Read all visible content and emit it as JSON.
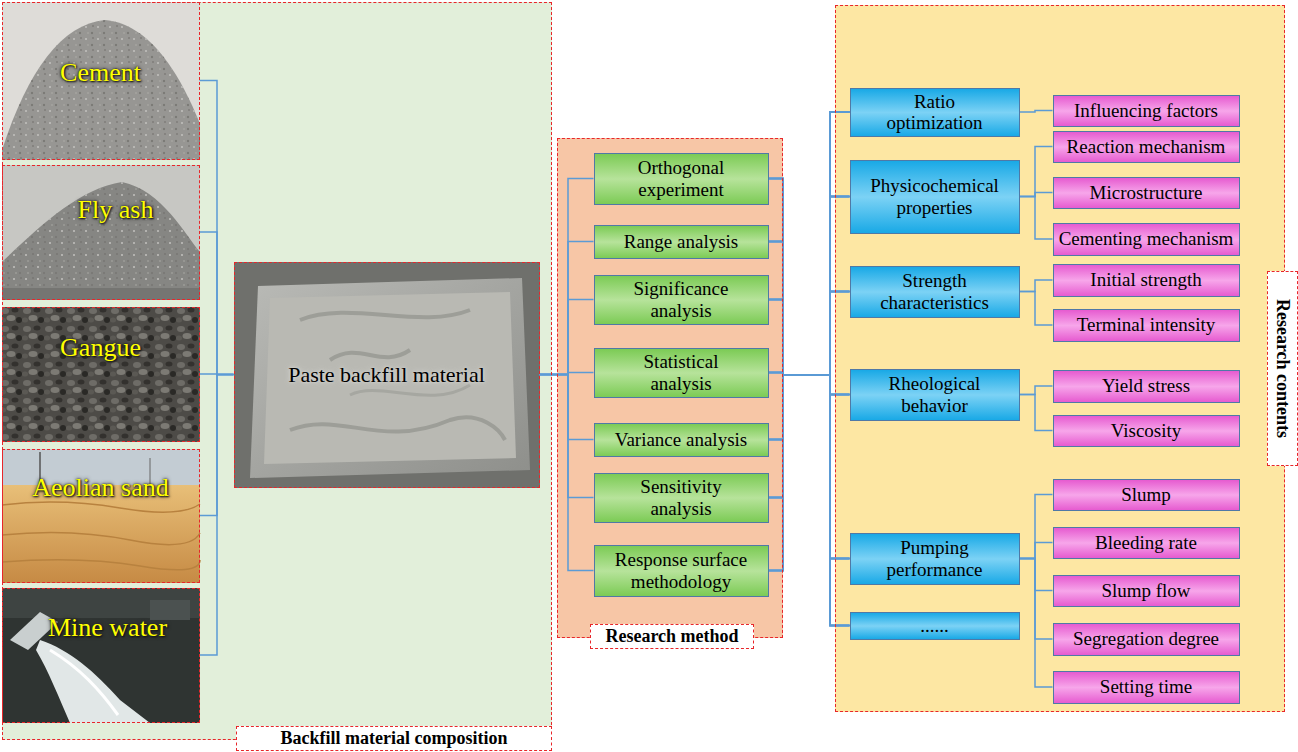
{
  "diagram": {
    "nodes": [
      {
        "text": [
          "Backfill material composition"
        ]
      },
      {
        "text": [
          "Cement"
        ],
        "in": 0
      },
      {
        "text": [
          "Fly ash"
        ],
        "in": 0
      },
      {
        "text": [
          "Gangue"
        ],
        "in": 0
      },
      {
        "text": [
          "Aeolian sand"
        ],
        "in": 0
      },
      {
        "text": [
          "Mine water"
        ],
        "in": 0
      },
      {
        "text": [
          "Paste backfill material"
        ],
        "in": 0
      },
      {
        "text": [
          "Research method"
        ]
      },
      {
        "text": [
          "Orthogonal experiment"
        ],
        "in": 7
      },
      {
        "text": [
          "Range analysis"
        ],
        "in": 7
      },
      {
        "text": [
          "Significance analysis"
        ],
        "in": 7
      },
      {
        "text": [
          "Statistical analysis"
        ],
        "in": 7
      },
      {
        "text": [
          "Variance analysis"
        ],
        "in": 7
      },
      {
        "text": [
          "Sensitivity analysis"
        ],
        "in": 7
      },
      {
        "text": [
          "Response surface methodology"
        ],
        "in": 7
      },
      {
        "text": [
          "Research contents"
        ]
      },
      {
        "text": [
          "Ratio optimization"
        ],
        "in": 15
      },
      {
        "text": [
          "Influencing factors"
        ],
        "in": 15
      },
      {
        "text": [
          "Physicochemical properties"
        ],
        "in": 15
      },
      {
        "text": [
          "Reaction mechanism"
        ],
        "in": 15
      },
      {
        "text": [
          "Microstructure"
        ],
        "in": 15
      },
      {
        "text": [
          "Cementing mechanism"
        ],
        "in": 15
      },
      {
        "text": [
          "Strength characteristics"
        ],
        "in": 15
      },
      {
        "text": [
          "Initial strength"
        ],
        "in": 15
      },
      {
        "text": [
          "Terminal intensity"
        ],
        "in": 15
      },
      {
        "text": [
          "Rheological behavior"
        ],
        "in": 15
      },
      {
        "text": [
          "Yield stress"
        ],
        "in": 15
      },
      {
        "text": [
          "Viscosity"
        ],
        "in": 15
      },
      {
        "text": [
          "Pumping performance"
        ],
        "in": 15
      },
      {
        "text": [
          "Slump"
        ],
        "in": 15
      },
      {
        "text": [
          "Bleeding rate"
        ],
        "in": 15
      },
      {
        "text": [
          "Slump flow"
        ],
        "in": 15
      },
      {
        "text": [
          "Segregation degree"
        ],
        "in": 15
      },
      {
        "text": [
          "Setting time"
        ],
        "in": 15
      },
      {
        "text": [
          "......"
        ],
        "in": 15
      }
    ],
    "edges": [
      {
        "from": 1,
        "to": 6,
        "arrow": "none"
      },
      {
        "from": 2,
        "to": 6,
        "arrow": "none"
      },
      {
        "from": 3,
        "to": 6,
        "arrow": "none"
      },
      {
        "from": 4,
        "to": 6,
        "arrow": "none"
      },
      {
        "from": 5,
        "to": 6,
        "arrow": "none"
      },
      {
        "from": 6,
        "to": 8,
        "arrow": "none"
      },
      {
        "from": 6,
        "to": 9,
        "arrow": "none"
      },
      {
        "from": 6,
        "to": 10,
        "arrow": "none"
      },
      {
        "from": 6,
        "to": 11,
        "arrow": "none"
      },
      {
        "from": 6,
        "to": 12,
        "arrow": "none"
      },
      {
        "from": 6,
        "to": 13,
        "arrow": "none"
      },
      {
        "from": 6,
        "to": 14,
        "arrow": "none"
      },
      {
        "from": 8,
        "to": 16,
        "arrow": "none"
      },
      {
        "from": 8,
        "to": 18,
        "arrow": "none"
      },
      {
        "from": 8,
        "to": 22,
        "arrow": "none"
      },
      {
        "from": 8,
        "to": 25,
        "arrow": "none"
      },
      {
        "from": 8,
        "to": 28,
        "arrow": "none"
      },
      {
        "from": 8,
        "to": 34,
        "arrow": "none"
      },
      {
        "from": 9,
        "to": 16,
        "arrow": "none"
      },
      {
        "from": 9,
        "to": 18,
        "arrow": "none"
      },
      {
        "from": 9,
        "to": 22,
        "arrow": "none"
      },
      {
        "from": 9,
        "to": 25,
        "arrow": "none"
      },
      {
        "from": 9,
        "to": 28,
        "arrow": "none"
      },
      {
        "from": 9,
        "to": 34,
        "arrow": "none"
      },
      {
        "from": 10,
        "to": 16,
        "arrow": "none"
      },
      {
        "from": 10,
        "to": 18,
        "arrow": "none"
      },
      {
        "from": 10,
        "to": 22,
        "arrow": "none"
      },
      {
        "from": 10,
        "to": 25,
        "arrow": "none"
      },
      {
        "from": 10,
        "to": 28,
        "arrow": "none"
      },
      {
        "from": 10,
        "to": 34,
        "arrow": "none"
      },
      {
        "from": 11,
        "to": 16,
        "arrow": "none"
      },
      {
        "from": 11,
        "to": 18,
        "arrow": "none"
      },
      {
        "from": 11,
        "to": 22,
        "arrow": "none"
      },
      {
        "from": 11,
        "to": 25,
        "arrow": "none"
      },
      {
        "from": 11,
        "to": 28,
        "arrow": "none"
      },
      {
        "from": 11,
        "to": 34,
        "arrow": "none"
      },
      {
        "from": 12,
        "to": 16,
        "arrow": "none"
      },
      {
        "from": 12,
        "to": 18,
        "arrow": "none"
      },
      {
        "from": 12,
        "to": 22,
        "arrow": "none"
      },
      {
        "from": 12,
        "to": 25,
        "arrow": "none"
      },
      {
        "from": 12,
        "to": 28,
        "arrow": "none"
      },
      {
        "from": 12,
        "to": 34,
        "arrow": "none"
      },
      {
        "from": 13,
        "to": 16,
        "arrow": "none"
      },
      {
        "from": 13,
        "to": 18,
        "arrow": "none"
      },
      {
        "from": 13,
        "to": 22,
        "arrow": "none"
      },
      {
        "from": 13,
        "to": 25,
        "arrow": "none"
      },
      {
        "from": 13,
        "to": 28,
        "arrow": "none"
      },
      {
        "from": 13,
        "to": 34,
        "arrow": "none"
      },
      {
        "from": 14,
        "to": 16,
        "arrow": "none"
      },
      {
        "from": 14,
        "to": 18,
        "arrow": "none"
      },
      {
        "from": 14,
        "to": 22,
        "arrow": "none"
      },
      {
        "from": 14,
        "to": 25,
        "arrow": "none"
      },
      {
        "from": 14,
        "to": 28,
        "arrow": "none"
      },
      {
        "from": 14,
        "to": 34,
        "arrow": "none"
      },
      {
        "from": 16,
        "to": 17,
        "arrow": "none"
      },
      {
        "from": 18,
        "to": 19,
        "arrow": "none"
      },
      {
        "from": 18,
        "to": 20,
        "arrow": "none"
      },
      {
        "from": 18,
        "to": 21,
        "arrow": "none"
      },
      {
        "from": 22,
        "to": 23,
        "arrow": "none"
      },
      {
        "from": 22,
        "to": 24,
        "arrow": "none"
      },
      {
        "from": 25,
        "to": 26,
        "arrow": "none"
      },
      {
        "from": 25,
        "to": 27,
        "arrow": "none"
      },
      {
        "from": 28,
        "to": 29,
        "arrow": "none"
      },
      {
        "from": 28,
        "to": 30,
        "arrow": "none"
      },
      {
        "from": 28,
        "to": 31,
        "arrow": "none"
      },
      {
        "from": 28,
        "to": 32,
        "arrow": "none"
      },
      {
        "from": 28,
        "to": 33,
        "arrow": "none"
      }
    ]
  }
}
